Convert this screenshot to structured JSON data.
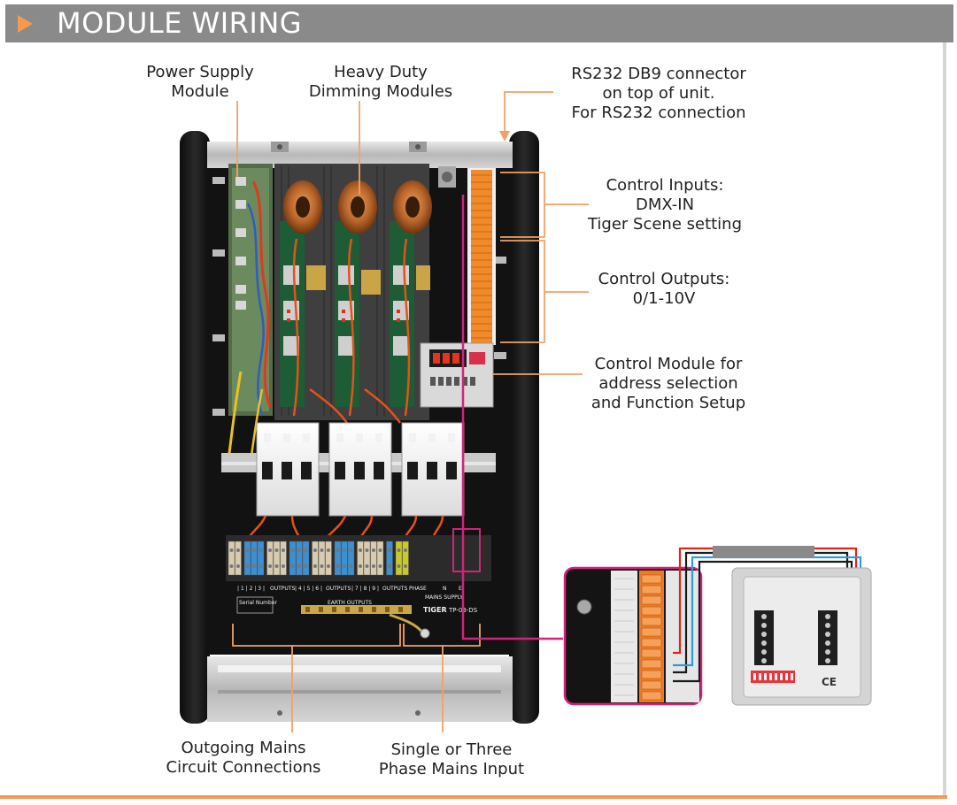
{
  "header": {
    "title": "MODULE WIRING"
  },
  "labels": {
    "power_supply": "Power Supply\nModule",
    "dimming_modules": "Heavy Duty\nDimming Modules",
    "rs232": "RS232 DB9 connector\non top of unit.\nFor RS232 connection",
    "control_inputs": "Control Inputs:\nDMX-IN\nTiger Scene setting",
    "control_outputs": "Control Outputs:\n0/1-10V",
    "control_module": "Control Module for\naddress selection\nand Function Setup",
    "outgoing_mains": "Outgoing Mains\nCircuit Connections",
    "mains_input": "Single or Three\nPhase Mains Input"
  },
  "panel_text": {
    "serial_number": "Serial Number",
    "outputs_group_1": "| 1 | 2 | 3 |",
    "outputs_group_2": "| 4 | 5 | 6 |",
    "outputs_group_3": "| 7 | 8 | 9 |",
    "outputs": "OUTPUTS",
    "phase": "PHASE",
    "n": "N",
    "e": "E",
    "mains_supply": "MAINS SUPPLY",
    "earth_outputs": "EARTH OUTPUTS",
    "brand": "TIGER",
    "model": "TP-03-DS"
  },
  "remote_text": {
    "ce": "CE"
  },
  "colors": {
    "accent": "#f39a52",
    "header_bg": "#8a8a8a",
    "magenta": "#d4237a",
    "callout_line": "#f0a266"
  }
}
